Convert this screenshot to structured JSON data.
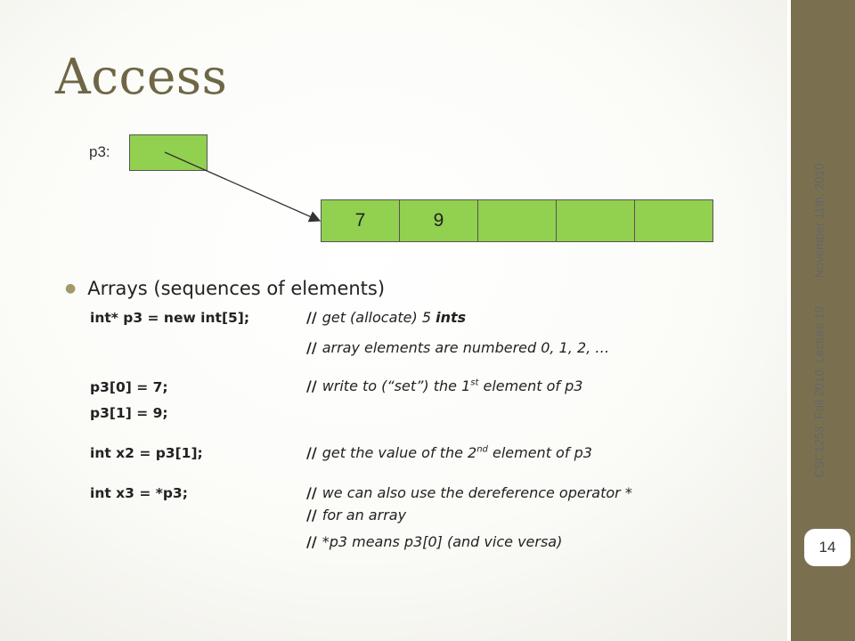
{
  "slide": {
    "title": "Access",
    "pointer_label": "p3:",
    "array_cells": [
      "7",
      "9",
      "",
      "",
      ""
    ],
    "bullet": "Arrays (sequences of elements)",
    "code": [
      {
        "code": "int* p3 = new int[5];",
        "comment": {
          "slashes": "//",
          "before": "get (allocate) 5 ",
          "bold": "ints",
          "after": ""
        }
      },
      {
        "code": "",
        "comment": {
          "slashes": "//",
          "text": "array elements are numbered 0, 1, 2, …"
        }
      },
      {
        "code": "p3[0] = 7;",
        "comment": {
          "slashes": "//",
          "before": "write to (“set”) the 1",
          "sup": "st",
          "after": " element  of p3"
        }
      },
      {
        "code": "p3[1] = 9;"
      },
      {
        "code": "int x2 = p3[1];",
        "comment": {
          "slashes": "//",
          "before": "get the value of the 2",
          "sup": "nd",
          "after": " element of p3"
        }
      },
      {
        "code": "int x3 = *p3;",
        "comment": {
          "slashes": "//",
          "text": "we can also use the dereference operator *"
        }
      },
      {
        "code": "",
        "comment": {
          "slashes": "//",
          "text": "for an array"
        }
      },
      {
        "code": "",
        "comment": {
          "slashes": "//",
          "text": "*p3 means p3[0]  (and vice versa)"
        }
      }
    ]
  },
  "footer": {
    "course": "CSC1253, Fall 2010, Lecture 19",
    "date": "November 11th, 2010",
    "page_number": "14"
  },
  "colors": {
    "accent": "#7a7050",
    "title": "#6e6746",
    "cell_fill": "#92d050"
  }
}
